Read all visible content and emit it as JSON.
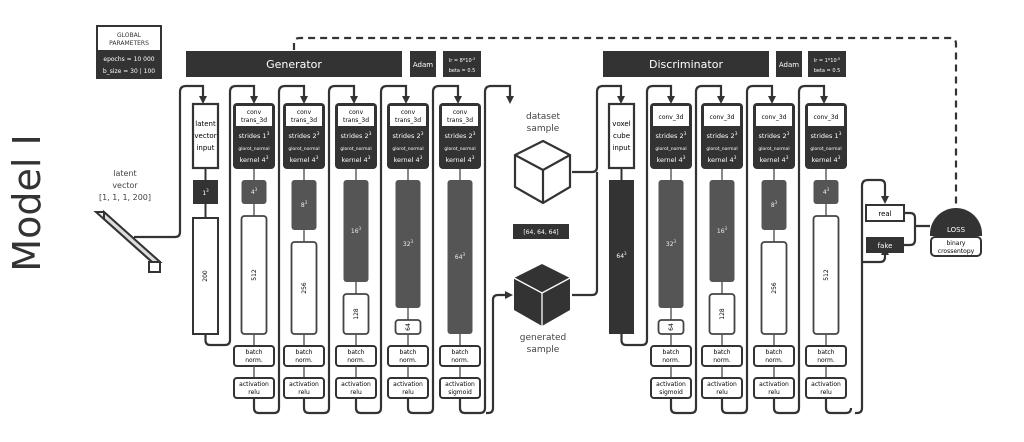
{
  "title": "Model I",
  "global_parameters": {
    "heading_line1": "GLOBAL",
    "heading_line2": "PARAMETERS",
    "epochs": "epochs = 10 000",
    "batch_size": "b_size = 30 | 100"
  },
  "generator": {
    "label": "Generator",
    "optimizer": "Adam",
    "lr": "lr = 8*10",
    "lr_exp": "-3",
    "beta": "beta = 0.5",
    "input": {
      "lines": [
        "latent",
        "vector",
        "input"
      ],
      "tensor": "1",
      "tensor_exp": "3",
      "units": "200"
    },
    "layers": [
      {
        "type_line1": "conv",
        "type_line2": "trans_3d",
        "strides": "strides 1",
        "strides_exp": "3",
        "init": "glorot_normal",
        "kernel": "kernel 4",
        "kernel_exp": "3",
        "size": "4",
        "size_exp": "3",
        "filters": "512",
        "norm": "batch norm.",
        "activation_line1": "activation",
        "activation_line2": "relu"
      },
      {
        "type_line1": "conv",
        "type_line2": "trans_3d",
        "strides": "strides 2",
        "strides_exp": "3",
        "init": "glorot_normal",
        "kernel": "kernel 4",
        "kernel_exp": "3",
        "size": "8",
        "size_exp": "3",
        "filters": "256",
        "norm": "batch norm.",
        "activation_line1": "activation",
        "activation_line2": "relu"
      },
      {
        "type_line1": "conv",
        "type_line2": "trans_3d",
        "strides": "strides 2",
        "strides_exp": "3",
        "init": "glorot_normal",
        "kernel": "kernel 4",
        "kernel_exp": "3",
        "size": "16",
        "size_exp": "3",
        "filters": "128",
        "norm": "batch norm.",
        "activation_line1": "activation",
        "activation_line2": "relu"
      },
      {
        "type_line1": "conv",
        "type_line2": "trans_3d",
        "strides": "strides 2",
        "strides_exp": "3",
        "init": "glorot_normal",
        "kernel": "kernel 4",
        "kernel_exp": "3",
        "size": "32",
        "size_exp": "3",
        "filters": "64",
        "norm": "batch norm.",
        "activation_line1": "activation",
        "activation_line2": "relu"
      },
      {
        "type_line1": "conv",
        "type_line2": "trans_3d",
        "strides": "strides 2",
        "strides_exp": "3",
        "init": "glorot_normal",
        "kernel": "kernel 4",
        "kernel_exp": "3",
        "size": "64",
        "size_exp": "3",
        "filters": "",
        "norm": "batch norm.",
        "activation_line1": "activation",
        "activation_line2": "sigmoid"
      }
    ]
  },
  "discriminator": {
    "label": "Discriminator",
    "optimizer": "Adam",
    "lr": "lr = 1*10",
    "lr_exp": "-5",
    "beta": "beta = 0.5",
    "input": {
      "lines": [
        "voxel",
        "cube",
        "input"
      ],
      "tensor": "64",
      "tensor_exp": "3"
    },
    "layers": [
      {
        "type": "conv_3d",
        "strides": "strides 2",
        "strides_exp": "3",
        "init": "glorot_normal",
        "kernel": "kernel 4",
        "kernel_exp": "3",
        "size": "32",
        "size_exp": "3",
        "filters": "64",
        "norm": "batch norm.",
        "activation_line1": "activation",
        "activation_line2": "sigmoid"
      },
      {
        "type": "conv_3d",
        "strides": "strides 2",
        "strides_exp": "3",
        "init": "glorot_normal",
        "kernel": "kernel 4",
        "kernel_exp": "3",
        "size": "16",
        "size_exp": "3",
        "filters": "128",
        "norm": "batch norm.",
        "activation_line1": "activation",
        "activation_line2": "relu"
      },
      {
        "type": "conv_3d",
        "strides": "strides 2",
        "strides_exp": "3",
        "init": "glorot_normal",
        "kernel": "kernel 4",
        "kernel_exp": "3",
        "size": "8",
        "size_exp": "3",
        "filters": "256",
        "norm": "batch norm.",
        "activation_line1": "activation",
        "activation_line2": "relu"
      },
      {
        "type": "conv_3d",
        "strides": "strides 1",
        "strides_exp": "3",
        "init": "glorot_normal",
        "kernel": "kernel 4",
        "kernel_exp": "3",
        "size": "4",
        "size_exp": "3",
        "filters": "512",
        "norm": "batch norm.",
        "activation_line1": "activation",
        "activation_line2": "relu"
      }
    ]
  },
  "latent_vector": {
    "line1": "latent",
    "line2": "vector",
    "line3": "[1, 1, 1, 200]"
  },
  "dataset_sample": {
    "line1": "dataset",
    "line2": "sample"
  },
  "generated_sample": {
    "line1": "generated",
    "line2": "sample"
  },
  "sample_shape": "[64, 64, 64]",
  "outputs": {
    "real": "real",
    "fake": "fake"
  },
  "loss": {
    "label": "LOSS",
    "line1": "binary",
    "line2": "crossentopy"
  }
}
